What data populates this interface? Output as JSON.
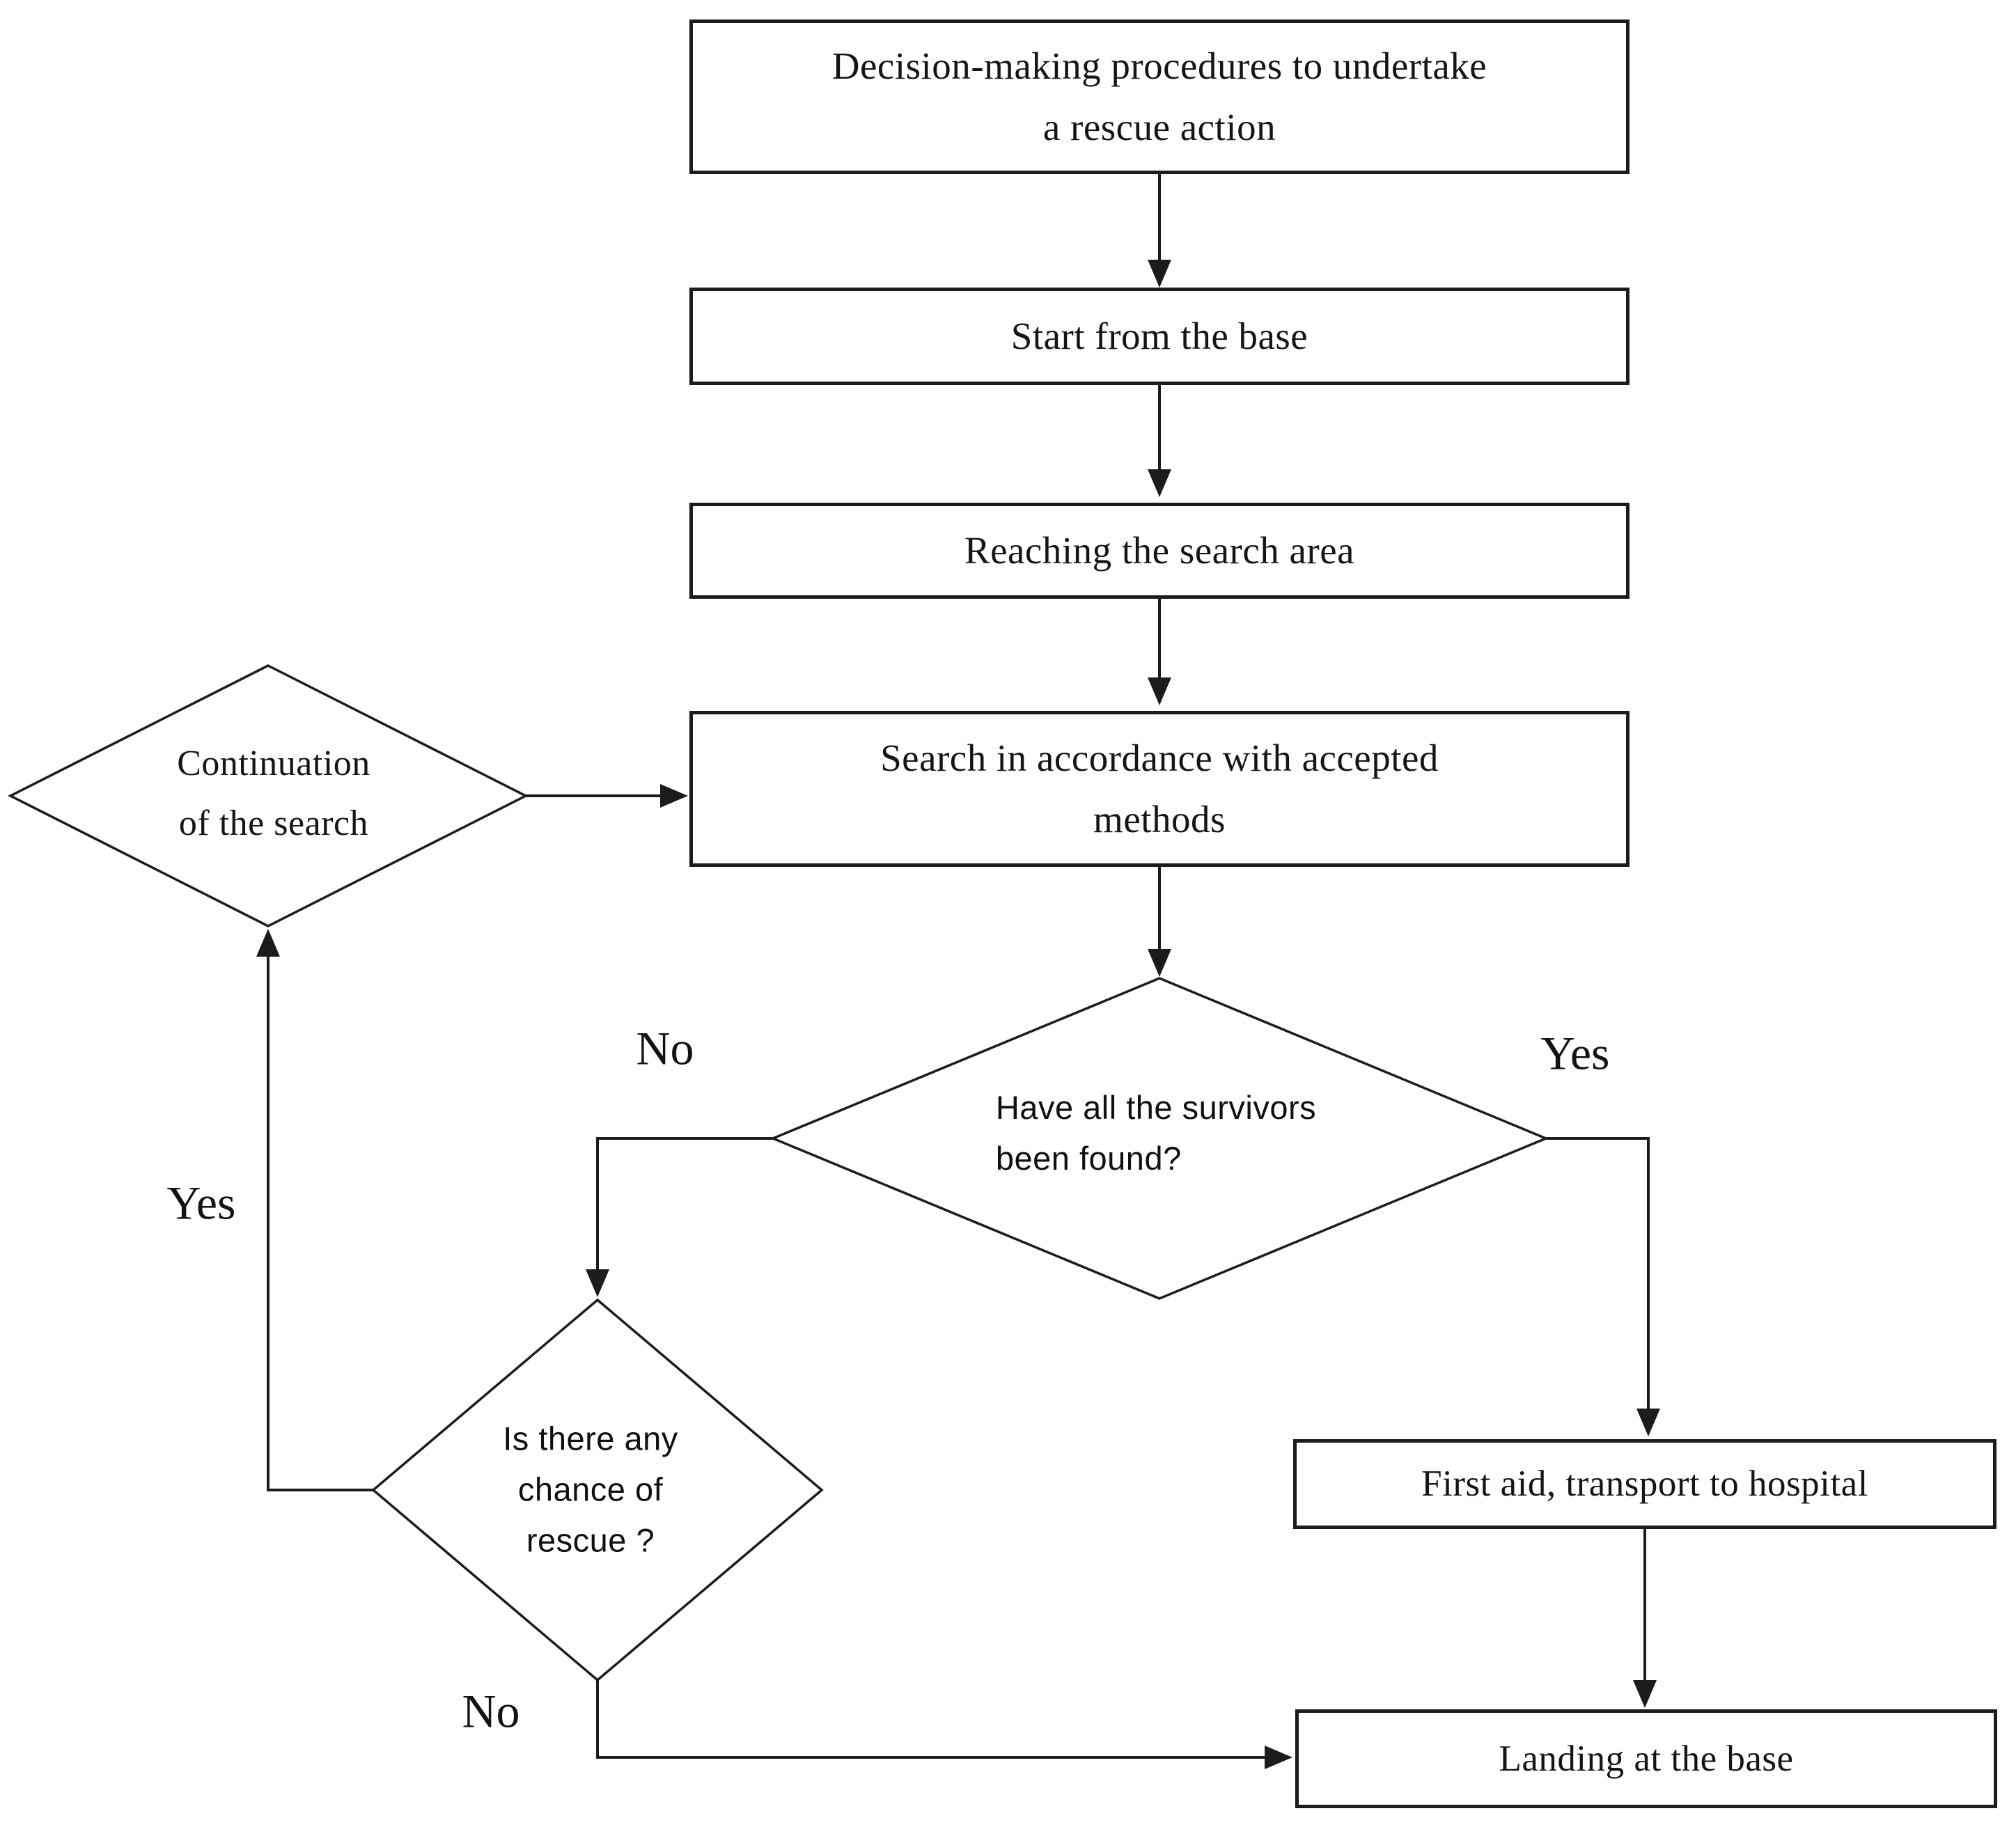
{
  "diagram": {
    "nodes": {
      "title": {
        "lines": [
          "Decision-making procedures to undertake",
          "a rescue action"
        ]
      },
      "start": {
        "lines": [
          "Start from the base"
        ]
      },
      "reaching": {
        "lines": [
          "Reaching the search area"
        ]
      },
      "search": {
        "lines": [
          "Search in accordance with accepted",
          "methods"
        ]
      },
      "continuation": {
        "lines": [
          "Continuation",
          "of the search"
        ]
      },
      "survivors": {
        "lines": [
          "Have all the survivors",
          "been found?"
        ]
      },
      "rescue": {
        "lines": [
          "Is there any",
          "chance of",
          "rescue ?"
        ]
      },
      "firstaid": {
        "lines": [
          "First aid, transport to hospital"
        ]
      },
      "landing": {
        "lines": [
          "Landing at the base"
        ]
      }
    },
    "labels": {
      "no_upper": "No",
      "yes_right": "Yes",
      "yes_left": "Yes",
      "no_lower": "No"
    },
    "colors": {
      "line": "#1c1c1c",
      "text": "#151515",
      "background": "#ffffff"
    }
  }
}
